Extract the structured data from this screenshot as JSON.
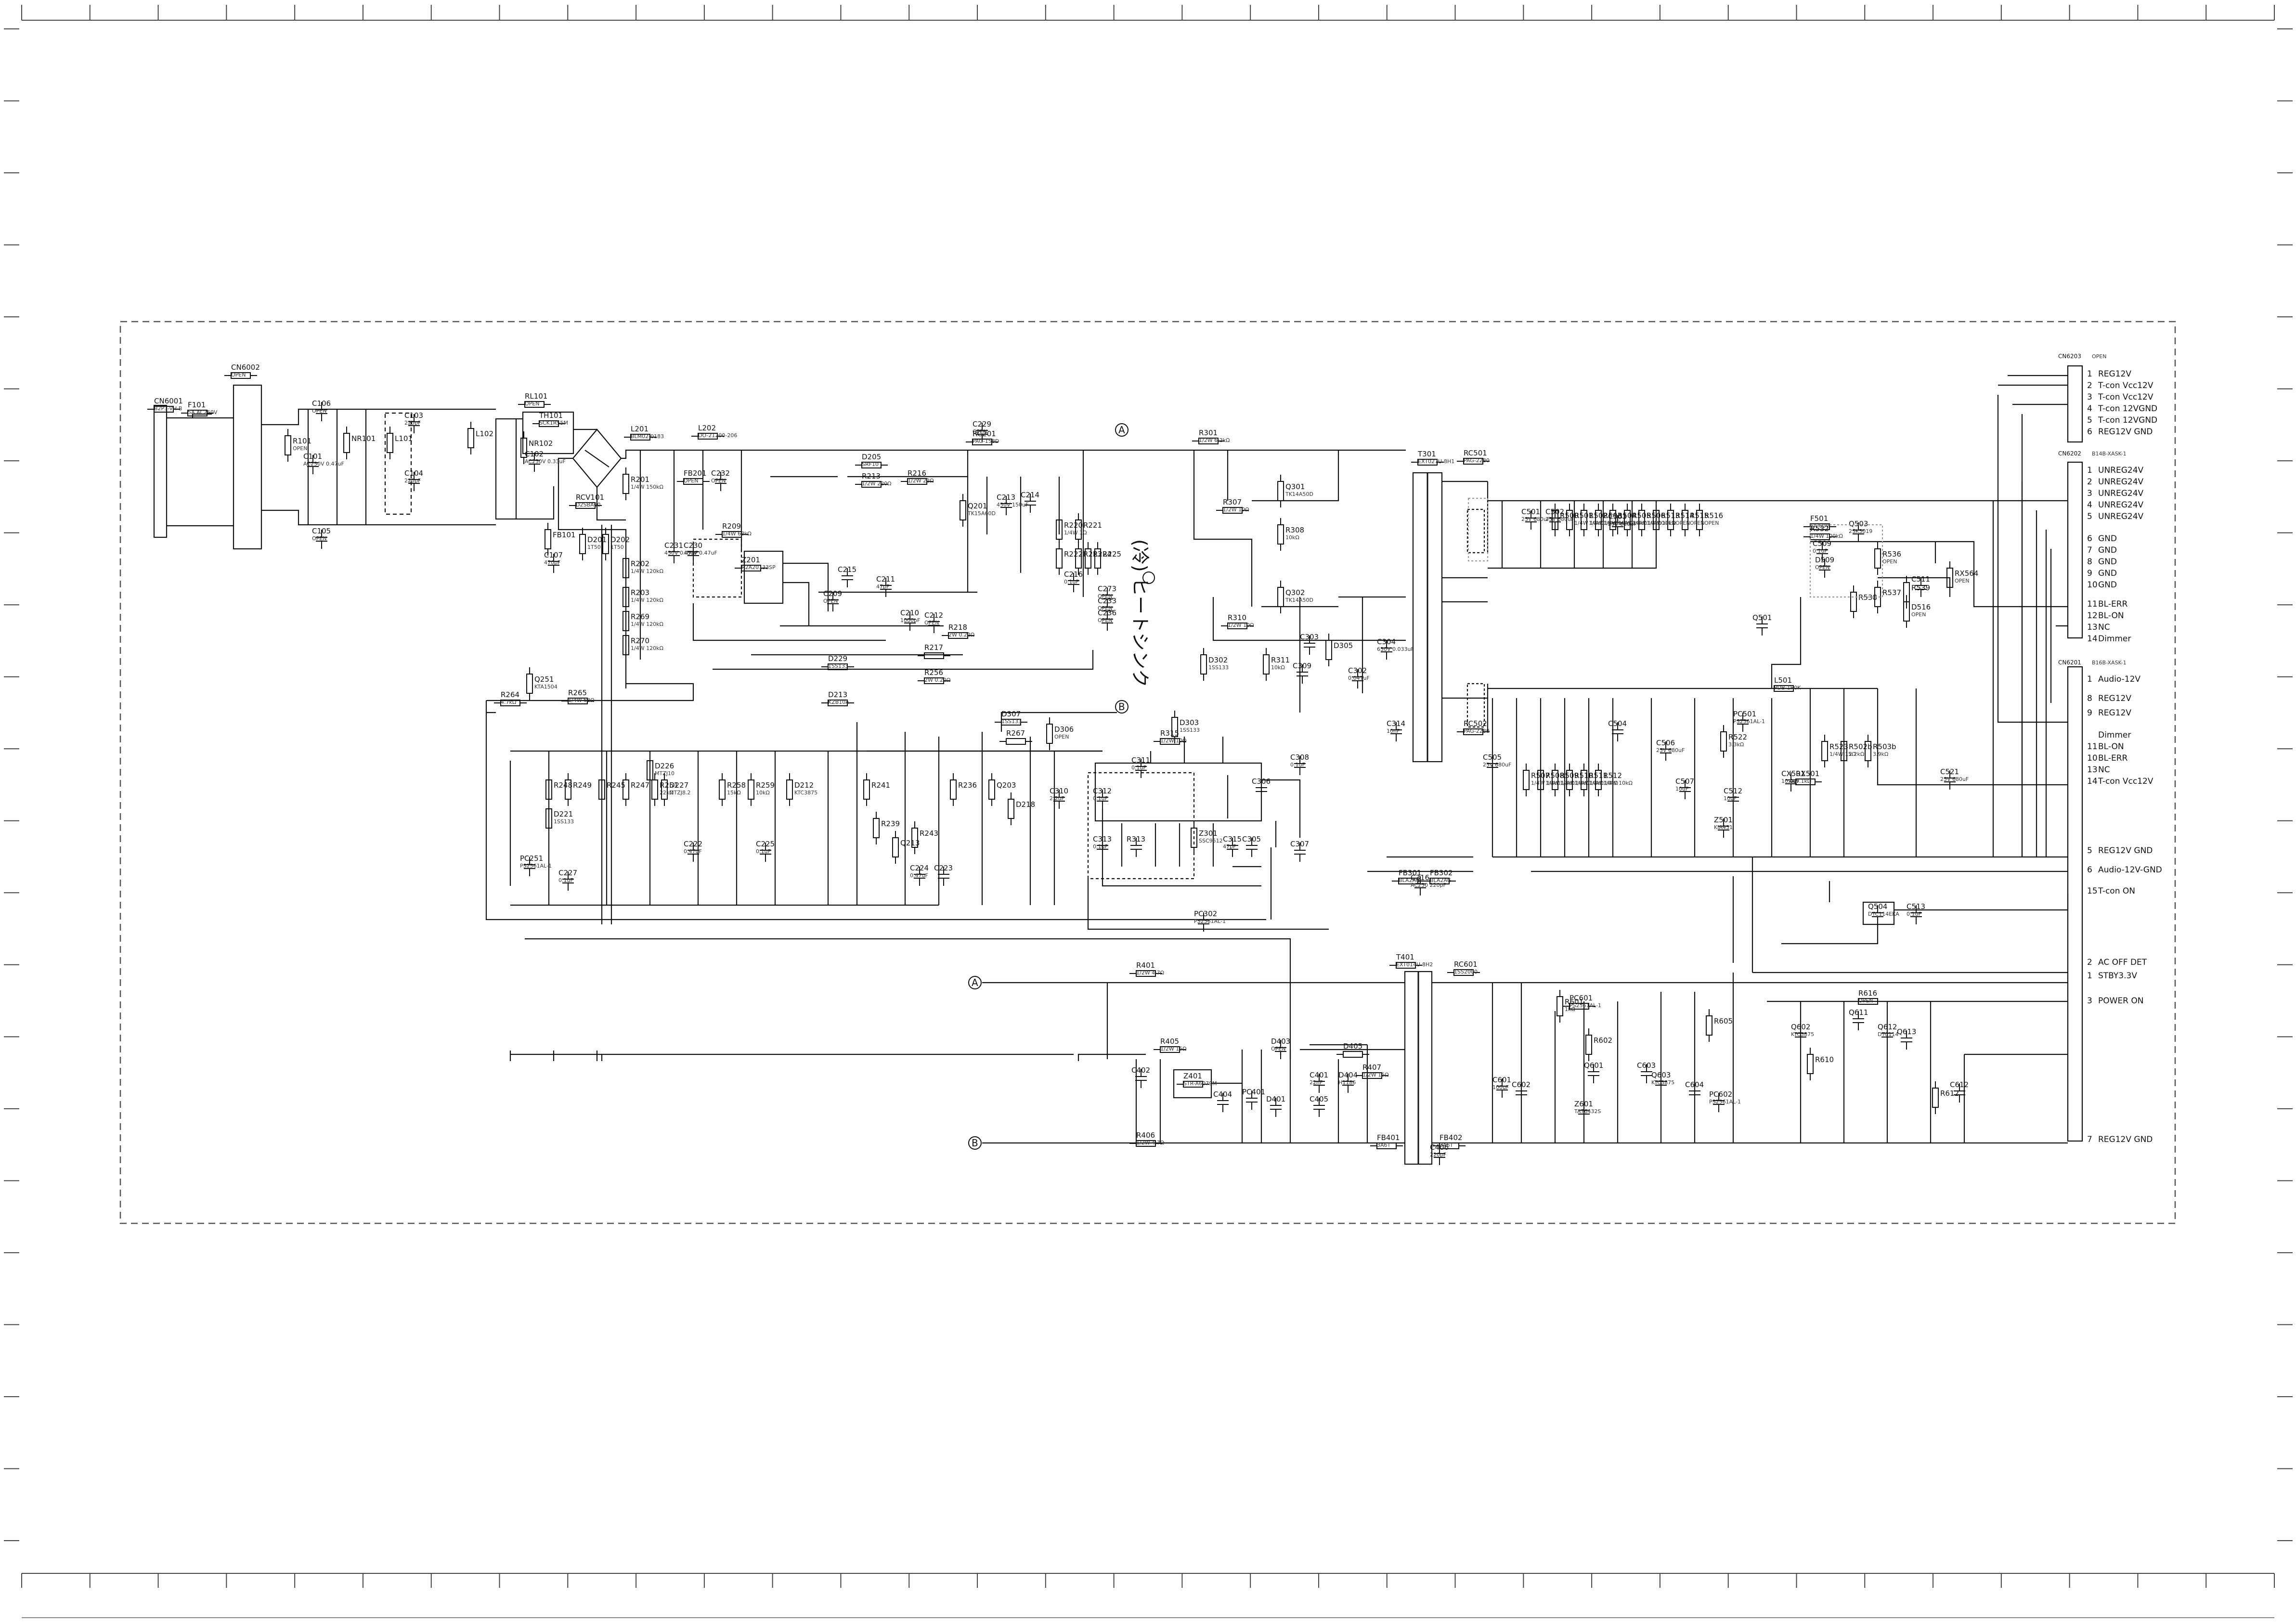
{
  "colors": {
    "ink": "#111111",
    "paper": "#ffffff",
    "frame": "#444444"
  },
  "groups": [
    {
      "id": "input",
      "parts": [
        {
          "ref": "CN6001",
          "val": "B2P3-VH-B"
        },
        {
          "ref": "F101",
          "val": "5A AC250V"
        },
        {
          "ref": "CN6002",
          "val": "OPEN"
        },
        {
          "ref": "R101",
          "val": "OPEN"
        },
        {
          "ref": "C101",
          "val": "AC250V 0.47uF"
        },
        {
          "ref": "C106",
          "val": "OPEN"
        },
        {
          "ref": "C105",
          "val": "OPEN"
        },
        {
          "ref": "NR101",
          "val": ""
        },
        {
          "ref": "L101",
          "val": ""
        },
        {
          "ref": "C103",
          "val": "220pF"
        },
        {
          "ref": "C104",
          "val": "220pF"
        },
        {
          "ref": "L102",
          "val": ""
        },
        {
          "ref": "NR102",
          "val": ""
        },
        {
          "ref": "C102",
          "val": "AC250V 0.33uF"
        },
        {
          "ref": "RL101",
          "val": "OPEN"
        },
        {
          "ref": "TH101",
          "val": "SCK1R55M"
        },
        {
          "ref": "RCV101",
          "val": "D2SBA60"
        },
        {
          "ref": "FB101",
          "val": ""
        },
        {
          "ref": "C107",
          "val": "470pF"
        },
        {
          "ref": "D201",
          "val": "1T50"
        },
        {
          "ref": "D202",
          "val": "1T50"
        }
      ]
    },
    {
      "id": "pfc",
      "parts": [
        {
          "ref": "L201",
          "val": "BLM02-0183"
        },
        {
          "ref": "L202",
          "val": "DO-21200-206"
        },
        {
          "ref": "FB201",
          "val": "OPEN"
        },
        {
          "ref": "C232",
          "val": "OPEN"
        },
        {
          "ref": "C231",
          "val": "450V 0.47uF"
        },
        {
          "ref": "C230",
          "val": "450V 0.47uF"
        },
        {
          "ref": "R201",
          "val": "1/4W 150kΩ"
        },
        {
          "ref": "R202",
          "val": "1/4W 120kΩ"
        },
        {
          "ref": "R203",
          "val": "1/4W 120kΩ"
        },
        {
          "ref": "R269",
          "val": "1/4W 120kΩ"
        },
        {
          "ref": "R270",
          "val": "1/4W 120kΩ"
        },
        {
          "ref": "D205",
          "val": "SRF10"
        },
        {
          "ref": "R213",
          "val": "1/2W 220Ω"
        },
        {
          "ref": "R216",
          "val": "1/2W 22Ω"
        },
        {
          "ref": "C229",
          "val": "OPEN"
        },
        {
          "ref": "RC201",
          "val": "PAG-158D"
        },
        {
          "ref": "Q201",
          "val": "TK15A60D"
        },
        {
          "ref": "C213",
          "val": "450V 150uF"
        },
        {
          "ref": "C214",
          "val": ""
        },
        {
          "ref": "R220",
          "val": "1/4W 1Ω"
        },
        {
          "ref": "R221",
          "val": ""
        },
        {
          "ref": "R222",
          "val": ""
        },
        {
          "ref": "R223",
          "val": ""
        },
        {
          "ref": "R224",
          "val": ""
        },
        {
          "ref": "R225",
          "val": ""
        },
        {
          "ref": "R209",
          "val": "1/4W 68kΩ"
        },
        {
          "ref": "Z201",
          "val": "R2A20133SP"
        },
        {
          "ref": "C215",
          "val": ""
        },
        {
          "ref": "C211",
          "val": "47pF"
        },
        {
          "ref": "R218",
          "val": "2W 0.22Ω"
        },
        {
          "ref": "C212",
          "val": "OPEN"
        },
        {
          "ref": "R217",
          "val": ""
        },
        {
          "ref": "R256",
          "val": "2W 0.22Ω"
        },
        {
          "ref": "D229",
          "val": "1SS133"
        },
        {
          "ref": "D213",
          "val": "KZB10A"
        },
        {
          "ref": "C210",
          "val": "1000pF"
        },
        {
          "ref": "C209",
          "val": "OPEN"
        },
        {
          "ref": "C216",
          "val": "0.1uF"
        },
        {
          "ref": "C273",
          "val": "OPEN"
        },
        {
          "ref": "C233",
          "val": "OPEN"
        },
        {
          "ref": "C236",
          "val": "OPEN"
        }
      ]
    },
    {
      "id": "standby",
      "parts": [
        {
          "ref": "R264",
          "val": "4.7kΩ"
        },
        {
          "ref": "R265",
          "val": "1/4W 68Ω"
        },
        {
          "ref": "Q251",
          "val": "KTA1504"
        },
        {
          "ref": "R248",
          "val": ""
        },
        {
          "ref": "R249",
          "val": ""
        },
        {
          "ref": "D221",
          "val": "1SS133"
        },
        {
          "ref": "PC251",
          "val": "PS2561AL-1"
        },
        {
          "ref": "C227",
          "val": "0.1uF"
        },
        {
          "ref": "R245",
          "val": ""
        },
        {
          "ref": "R247",
          "val": ""
        },
        {
          "ref": "R251",
          "val": "22kΩ"
        },
        {
          "ref": "D226",
          "val": "MTZJ10"
        },
        {
          "ref": "D227",
          "val": "MTZJ8.2"
        },
        {
          "ref": "C222",
          "val": "0.47uF"
        },
        {
          "ref": "R258",
          "val": "15kΩ"
        },
        {
          "ref": "R259",
          "val": "10kΩ"
        },
        {
          "ref": "D212",
          "val": "KTC3875"
        },
        {
          "ref": "C225",
          "val": "0.1uF"
        },
        {
          "ref": "R241",
          "val": ""
        },
        {
          "ref": "R239",
          "val": ""
        },
        {
          "ref": "Q213",
          "val": ""
        },
        {
          "ref": "R243",
          "val": ""
        },
        {
          "ref": "C224",
          "val": "0.47uF"
        },
        {
          "ref": "C223",
          "val": ""
        },
        {
          "ref": "R236",
          "val": ""
        },
        {
          "ref": "Q203",
          "val": ""
        },
        {
          "ref": "D218",
          "val": ""
        }
      ]
    },
    {
      "id": "llc",
      "parts": [
        {
          "ref": "R301",
          "val": "1/2W 6.2kΩ"
        },
        {
          "ref": "R307",
          "val": "1/2W 10Ω"
        },
        {
          "ref": "Q301",
          "val": "TK14A50D"
        },
        {
          "ref": "Q302",
          "val": "TK14A50D"
        },
        {
          "ref": "R308",
          "val": "10kΩ"
        },
        {
          "ref": "R310",
          "val": "1/2W 10Ω"
        },
        {
          "ref": "R311",
          "val": "10kΩ"
        },
        {
          "ref": "D302",
          "val": "1SS133"
        },
        {
          "ref": "C303",
          "val": ""
        },
        {
          "ref": "D305",
          "val": ""
        },
        {
          "ref": "R315",
          "val": "1/2W 10Ω"
        },
        {
          "ref": "D303",
          "val": "1SS133"
        },
        {
          "ref": "D307",
          "val": "1SS133"
        },
        {
          "ref": "R267",
          "val": ""
        },
        {
          "ref": "D306",
          "val": "OPEN"
        },
        {
          "ref": "C311",
          "val": "0.1uF"
        },
        {
          "ref": "C310",
          "val": "2.2uF"
        },
        {
          "ref": "C312",
          "val": "0.1uF"
        },
        {
          "ref": "C313",
          "val": "0.1uF"
        },
        {
          "ref": "Z301",
          "val": "SSC9512"
        },
        {
          "ref": "PC302",
          "val": "PS2561AL-1"
        },
        {
          "ref": "R313",
          "val": ""
        },
        {
          "ref": "C315",
          "val": "47pF"
        },
        {
          "ref": "C305",
          "val": ""
        },
        {
          "ref": "C306",
          "val": ""
        },
        {
          "ref": "C307",
          "val": ""
        },
        {
          "ref": "C308",
          "val": "0.1uF"
        },
        {
          "ref": "C309",
          "val": ""
        },
        {
          "ref": "C314",
          "val": "10nF"
        },
        {
          "ref": "FB301",
          "val": "BLA2AG"
        },
        {
          "ref": "FB302",
          "val": "BLA2AG"
        },
        {
          "ref": "C316",
          "val": "AC250 220pF"
        },
        {
          "ref": "C302",
          "val": "0.047uF"
        },
        {
          "ref": "C304",
          "val": "630V 0.033uF"
        },
        {
          "ref": "T301",
          "val": "EXT027U-8H1"
        }
      ]
    },
    {
      "id": "secondary",
      "parts": [
        {
          "ref": "RC501",
          "val": "PAG-2280"
        },
        {
          "ref": "RC502",
          "val": "PAG-2280"
        },
        {
          "ref": "C501",
          "val": "25V 680uF"
        },
        {
          "ref": "C502",
          "val": "25V 680uF"
        },
        {
          "ref": "C503",
          "val": "25V 680uF"
        },
        {
          "ref": "C504",
          "val": ""
        },
        {
          "ref": "C505",
          "val": "25V 680uF"
        },
        {
          "ref": "R500",
          "val": ""
        },
        {
          "ref": "R501",
          "val": "1/4W 10kΩ"
        },
        {
          "ref": "R502",
          "val": "1/4W 10kΩ"
        },
        {
          "ref": "R503",
          "val": "1/4W 10kΩ"
        },
        {
          "ref": "R504",
          "val": "1/4W 10kΩ"
        },
        {
          "ref": "R505",
          "val": "1/4W 10kΩ"
        },
        {
          "ref": "R506",
          "val": "1/4W 10kΩ"
        },
        {
          "ref": "R507",
          "val": "1/4W 10kΩ"
        },
        {
          "ref": "R508",
          "val": "1/4W 10kΩ"
        },
        {
          "ref": "R509",
          "val": "1/4W 10kΩ"
        },
        {
          "ref": "R510",
          "val": "1/4W 10kΩ"
        },
        {
          "ref": "R511",
          "val": "1/4W 10kΩ"
        },
        {
          "ref": "R512",
          "val": "1/4W 10kΩ"
        },
        {
          "ref": "R513",
          "val": "OPEN"
        },
        {
          "ref": "R514",
          "val": "OPEN"
        },
        {
          "ref": "R515",
          "val": "OPEN"
        },
        {
          "ref": "R516",
          "val": "OPEN"
        },
        {
          "ref": "F501",
          "val": "1A 60V"
        },
        {
          "ref": "R532",
          "val": "1/4W 100kΩ"
        },
        {
          "ref": "Q503",
          "val": "2SK3019"
        },
        {
          "ref": "R536",
          "val": "OPEN"
        },
        {
          "ref": "C509",
          "val": "0.1uF"
        },
        {
          "ref": "D509",
          "val": "OPEN"
        },
        {
          "ref": "C511",
          "val": ""
        },
        {
          "ref": "R537",
          "val": ""
        },
        {
          "ref": "R539",
          "val": ""
        },
        {
          "ref": "R538",
          "val": ""
        },
        {
          "ref": "RX564",
          "val": "OPEN"
        },
        {
          "ref": "D516",
          "val": "OPEN"
        },
        {
          "ref": "Q501",
          "val": ""
        },
        {
          "ref": "L501",
          "val": "PDB-1R0K"
        },
        {
          "ref": "C506",
          "val": "25V 680uF"
        },
        {
          "ref": "C507",
          "val": "10uF"
        },
        {
          "ref": "C512",
          "val": "10uF"
        },
        {
          "ref": "Z501",
          "val": "KIA431"
        },
        {
          "ref": "R522",
          "val": "3.3kΩ"
        },
        {
          "ref": "PC501",
          "val": "PS2561AL-1"
        },
        {
          "ref": "R523",
          "val": "1/4W 15Ω"
        },
        {
          "ref": "CX501",
          "val": "10.0uF"
        },
        {
          "ref": "RX501",
          "val": "9.1kΩ"
        },
        {
          "ref": "R502b",
          "val": "2.2kΩ"
        },
        {
          "ref": "R503b",
          "val": "3.9kΩ"
        },
        {
          "ref": "C521",
          "val": "25V 680uF"
        },
        {
          "ref": "C513",
          "val": "0.1uF"
        },
        {
          "ref": "Q504",
          "val": "DTC114EKA"
        }
      ]
    },
    {
      "id": "aux",
      "parts": [
        {
          "ref": "R401",
          "val": "1/2W 4.7Ω"
        },
        {
          "ref": "T401",
          "val": "EXT014U-8H2"
        },
        {
          "ref": "RC601",
          "val": "1SS2000"
        },
        {
          "ref": "R406",
          "val": "1/2W 4.7Ω"
        },
        {
          "ref": "R405",
          "val": "1/2W 15Ω"
        },
        {
          "ref": "C402",
          "val": ""
        },
        {
          "ref": "Z401",
          "val": "STR-A6079M"
        },
        {
          "ref": "C404",
          "val": ""
        },
        {
          "ref": "PC401",
          "val": ""
        },
        {
          "ref": "D401",
          "val": ""
        },
        {
          "ref": "D403",
          "val": "OPEN"
        },
        {
          "ref": "D405",
          "val": ""
        },
        {
          "ref": "D404",
          "val": "H1186"
        },
        {
          "ref": "R407",
          "val": "1/2W 15Ω"
        },
        {
          "ref": "C401",
          "val": "22nF"
        },
        {
          "ref": "C405",
          "val": ""
        },
        {
          "ref": "FB401",
          "val": "3A6T"
        },
        {
          "ref": "FB402",
          "val": "3A6T"
        },
        {
          "ref": "C406",
          "val": "220pF"
        },
        {
          "ref": "R601",
          "val": "1kΩ"
        },
        {
          "ref": "PC601",
          "val": "PS2561AL-1"
        },
        {
          "ref": "R602",
          "val": ""
        },
        {
          "ref": "Q601",
          "val": ""
        },
        {
          "ref": "Z601",
          "val": "TA76432S"
        },
        {
          "ref": "C601",
          "val": "100uF"
        },
        {
          "ref": "C602",
          "val": ""
        },
        {
          "ref": "C603",
          "val": ""
        },
        {
          "ref": "Q603",
          "val": "KTC3875"
        },
        {
          "ref": "C604",
          "val": ""
        },
        {
          "ref": "R605",
          "val": ""
        },
        {
          "ref": "PC602",
          "val": "PS2561AL-1"
        },
        {
          "ref": "Q602",
          "val": "KTC3875"
        },
        {
          "ref": "R610",
          "val": ""
        },
        {
          "ref": "R616",
          "val": "OPEN"
        },
        {
          "ref": "Q611",
          "val": ""
        },
        {
          "ref": "Q612",
          "val": "DTC114"
        },
        {
          "ref": "Q613",
          "val": ""
        },
        {
          "ref": "R612",
          "val": ""
        },
        {
          "ref": "C612",
          "val": ""
        }
      ]
    }
  ],
  "note_jp": "(冷) ヒートシンク",
  "connectors": [
    {
      "id": "cn6203",
      "title": "CN6203",
      "note": "OPEN",
      "pins": [
        {
          "no": "1",
          "name": "REG12V"
        },
        {
          "no": "2",
          "name": "T-con Vcc12V"
        },
        {
          "no": "3",
          "name": "T-con Vcc12V"
        },
        {
          "no": "4",
          "name": "T-con 12VGND"
        },
        {
          "no": "5",
          "name": "T-con 12VGND"
        },
        {
          "no": "6",
          "name": "REG12V GND"
        }
      ]
    },
    {
      "id": "cn6202",
      "title": "CN6202",
      "note": "B14B-XASK-1",
      "pins": [
        {
          "no": "1",
          "name": "UNREG24V"
        },
        {
          "no": "2",
          "name": "UNREG24V"
        },
        {
          "no": "3",
          "name": "UNREG24V"
        },
        {
          "no": "4",
          "name": "UNREG24V"
        },
        {
          "no": "5",
          "name": "UNREG24V"
        },
        {
          "no": "6",
          "name": "GND"
        },
        {
          "no": "7",
          "name": "GND"
        },
        {
          "no": "8",
          "name": "GND"
        },
        {
          "no": "9",
          "name": "GND"
        },
        {
          "no": "10",
          "name": "GND"
        },
        {
          "no": "11",
          "name": "BL-ERR"
        },
        {
          "no": "12",
          "name": "BL-ON"
        },
        {
          "no": "13",
          "name": "NC"
        },
        {
          "no": "14",
          "name": "Dimmer"
        }
      ]
    },
    {
      "id": "cn6201",
      "title": "CN6201",
      "note": "B16B-XASK-1",
      "pins": [
        {
          "no": "1",
          "name": "Audio-12V"
        },
        {
          "no": "8",
          "name": "REG12V"
        },
        {
          "no": "9",
          "name": "REG12V"
        },
        {
          "no": "",
          "name": "Dimmer"
        },
        {
          "no": "11",
          "name": "BL-ON"
        },
        {
          "no": "10",
          "name": "BL-ERR"
        },
        {
          "no": "13",
          "name": "NC"
        },
        {
          "no": "14",
          "name": "T-con Vcc12V"
        },
        {
          "no": "5",
          "name": "REG12V GND"
        },
        {
          "no": "6",
          "name": "Audio-12V-GND"
        },
        {
          "no": "15",
          "name": "T-con ON"
        },
        {
          "no": "2",
          "name": "AC OFF DET"
        },
        {
          "no": "1",
          "name": "STBY3.3V"
        },
        {
          "no": "3",
          "name": "POWER ON"
        },
        {
          "no": "7",
          "name": "REG12V GND"
        }
      ]
    }
  ],
  "nodes": [
    {
      "label": "A"
    },
    {
      "label": "B"
    },
    {
      "label": "A"
    },
    {
      "label": "B"
    }
  ],
  "ruler": {
    "top_ticks": 33,
    "side_ticks": 21
  }
}
